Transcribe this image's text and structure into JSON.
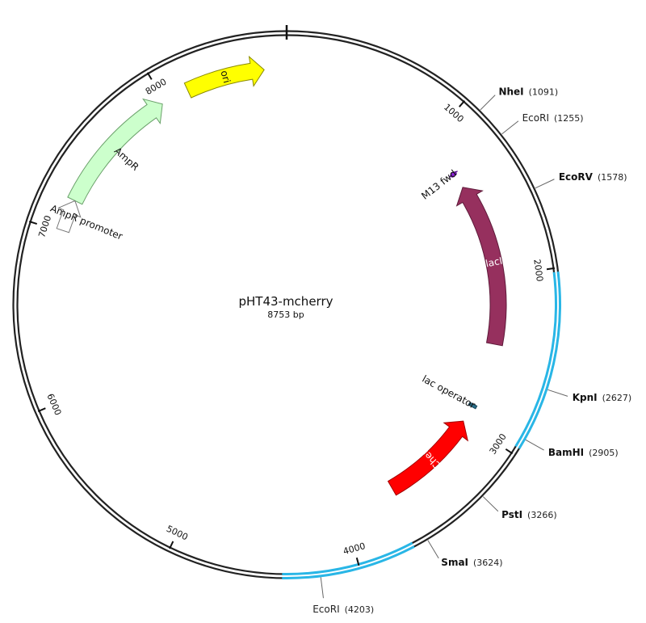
{
  "plasmid": {
    "name": "pHT43-mcherry",
    "size_label": "8753 bp",
    "length": 8753
  },
  "ticks": [
    {
      "pos": 1000,
      "label": "1000"
    },
    {
      "pos": 2000,
      "label": "2000"
    },
    {
      "pos": 3000,
      "label": "3000"
    },
    {
      "pos": 4000,
      "label": "4000"
    },
    {
      "pos": 5000,
      "label": "5000"
    },
    {
      "pos": 6000,
      "label": "6000"
    },
    {
      "pos": 7000,
      "label": "7000"
    },
    {
      "pos": 8000,
      "label": "8000"
    }
  ],
  "highlights": [
    {
      "start": 2020,
      "end": 2960,
      "color": "#29b6e6"
    },
    {
      "start": 3700,
      "end": 4400,
      "color": "#29b6e6"
    }
  ],
  "features": [
    {
      "id": "ori",
      "label": "ori",
      "start": 8150,
      "end": 8620,
      "direction": 1,
      "fill": "#ffff00",
      "stroke": "#8a8a00",
      "text_color": "#111111"
    },
    {
      "id": "m13",
      "label": "M13 fwd",
      "start": 1250,
      "end": 1275,
      "direction": -1,
      "fill": "#8e24d6",
      "stroke": "#5a1090",
      "text_color": "#111111"
    },
    {
      "id": "laci",
      "label": "lacI",
      "start": 1370,
      "end": 2450,
      "direction": -1,
      "fill": "#96305e",
      "stroke": "#5e1a3a",
      "text_color": "#ffffff"
    },
    {
      "id": "lacop",
      "label": "lac operator",
      "start": 2870,
      "end": 2890,
      "direction": 0,
      "fill": "#2a6e88",
      "stroke": "#174458",
      "text_color": "#111111"
    },
    {
      "id": "mcherry",
      "label": "mCherry",
      "start": 3000,
      "end": 3650,
      "direction": -1,
      "fill": "#ff0000",
      "stroke": "#a00000",
      "text_color": "#ffffff"
    },
    {
      "id": "ampr",
      "label": "AmpR",
      "start": 7200,
      "end": 7980,
      "direction": 1,
      "fill": "#ccffcc",
      "stroke": "#6aa06a",
      "text_color": "#111111"
    },
    {
      "id": "amppro",
      "label": "AmpR promoter",
      "start": 7010,
      "end": 7200,
      "direction": 1,
      "fill": "#ffffff",
      "stroke": "#777777",
      "text_color": "#111111"
    }
  ],
  "sites": [
    {
      "name": "NheI",
      "pos_label": "(1091)",
      "pos": 1091,
      "bold": true
    },
    {
      "name": "EcoRI",
      "pos_label": "(1255)",
      "pos": 1255,
      "bold": false
    },
    {
      "name": "EcoRV",
      "pos_label": "(1578)",
      "pos": 1578,
      "bold": true
    },
    {
      "name": "KpnI",
      "pos_label": "(2627)",
      "pos": 2627,
      "bold": true
    },
    {
      "name": "BamHI",
      "pos_label": "(2905)",
      "pos": 2905,
      "bold": true
    },
    {
      "name": "PstI",
      "pos_label": "(3266)",
      "pos": 3266,
      "bold": true
    },
    {
      "name": "SmaI",
      "pos_label": "(3624)",
      "pos": 3624,
      "bold": true
    },
    {
      "name": "EcoRI",
      "pos_label": "(4203)",
      "pos": 4203,
      "bold": false
    }
  ]
}
